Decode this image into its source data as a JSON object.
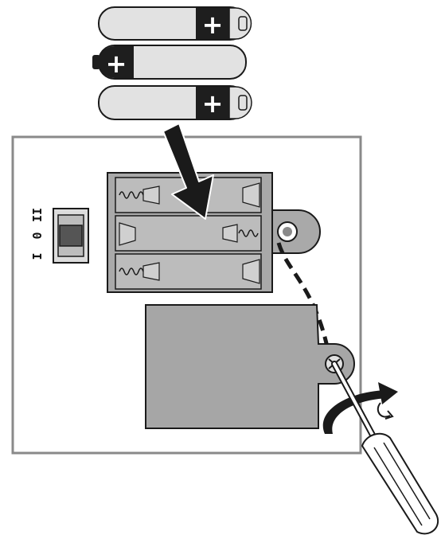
{
  "diagram": {
    "description_visible_text": {
      "plus_sign": "+",
      "switch_positions": [
        "I",
        "0",
        "II"
      ]
    },
    "colors": {
      "outline": "#1a1a1a",
      "panel_border": "#8a8a8a",
      "compartment_fill": "#a9a9a9",
      "battery_light": "#e2e2e2",
      "battery_dark": "#1e1e1e",
      "cover_fill": "#a6a6a6",
      "arrow_fill": "#1a1a1a"
    },
    "battery_count": 3
  }
}
